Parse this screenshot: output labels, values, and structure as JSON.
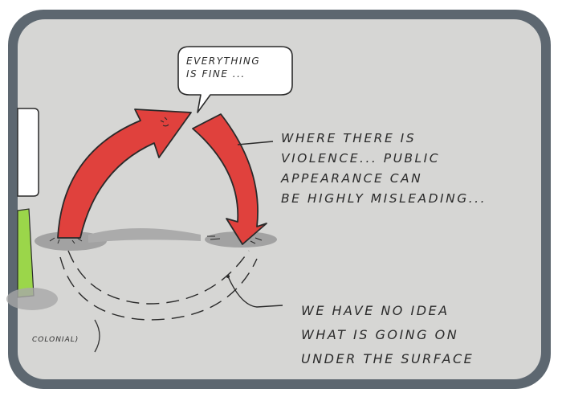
{
  "speech_bubble": {
    "lines": [
      "EVERYTHING",
      "IS FINE ..."
    ]
  },
  "caption_top": {
    "lines": [
      "WHERE THERE IS",
      "VIOLENCE... PUBLIC",
      "APPEARANCE CAN",
      "BE HIGHLY MISLEADING..."
    ]
  },
  "caption_bottom": {
    "lines": [
      "WE HAVE NO IDEA",
      "WHAT IS GOING ON",
      "UNDER THE SURFACE"
    ]
  },
  "left_fragment": {
    "text": "COLONIAL)"
  },
  "colors": {
    "frame": "#5d6770",
    "panel_bg": "#d6d6d4",
    "arrow": "#e0413d",
    "arrow_outline": "#2a2a2a",
    "shadow": "#9c9c9c",
    "green": "#9bd64a"
  }
}
